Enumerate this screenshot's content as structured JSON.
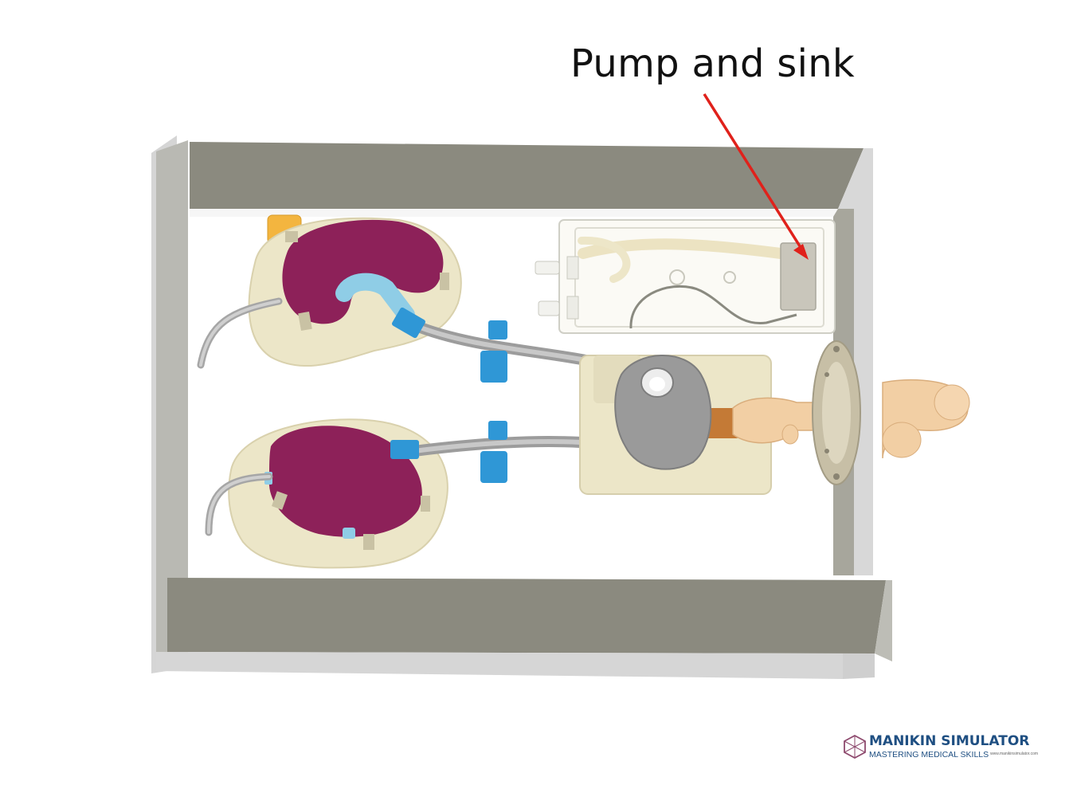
{
  "callout": {
    "label": "Pump and sink"
  },
  "brand": {
    "name": "MANIKIN SIMULATOR",
    "tagline": "MASTERING MEDICAL SKILLS",
    "url": "www.manikinsimulator.com"
  },
  "colors": {
    "box_wall": "#8b8a7f",
    "box_edge": "#c8c8c8",
    "kidney": "#8d2159",
    "base": "#ece6c8",
    "tube": "#a6a6a6",
    "connector": "#2f97d6",
    "bladder": "#9a9a9a",
    "penis": "#f2cfa4",
    "arrow": "#e0211b",
    "brand": "#1f4f82"
  }
}
